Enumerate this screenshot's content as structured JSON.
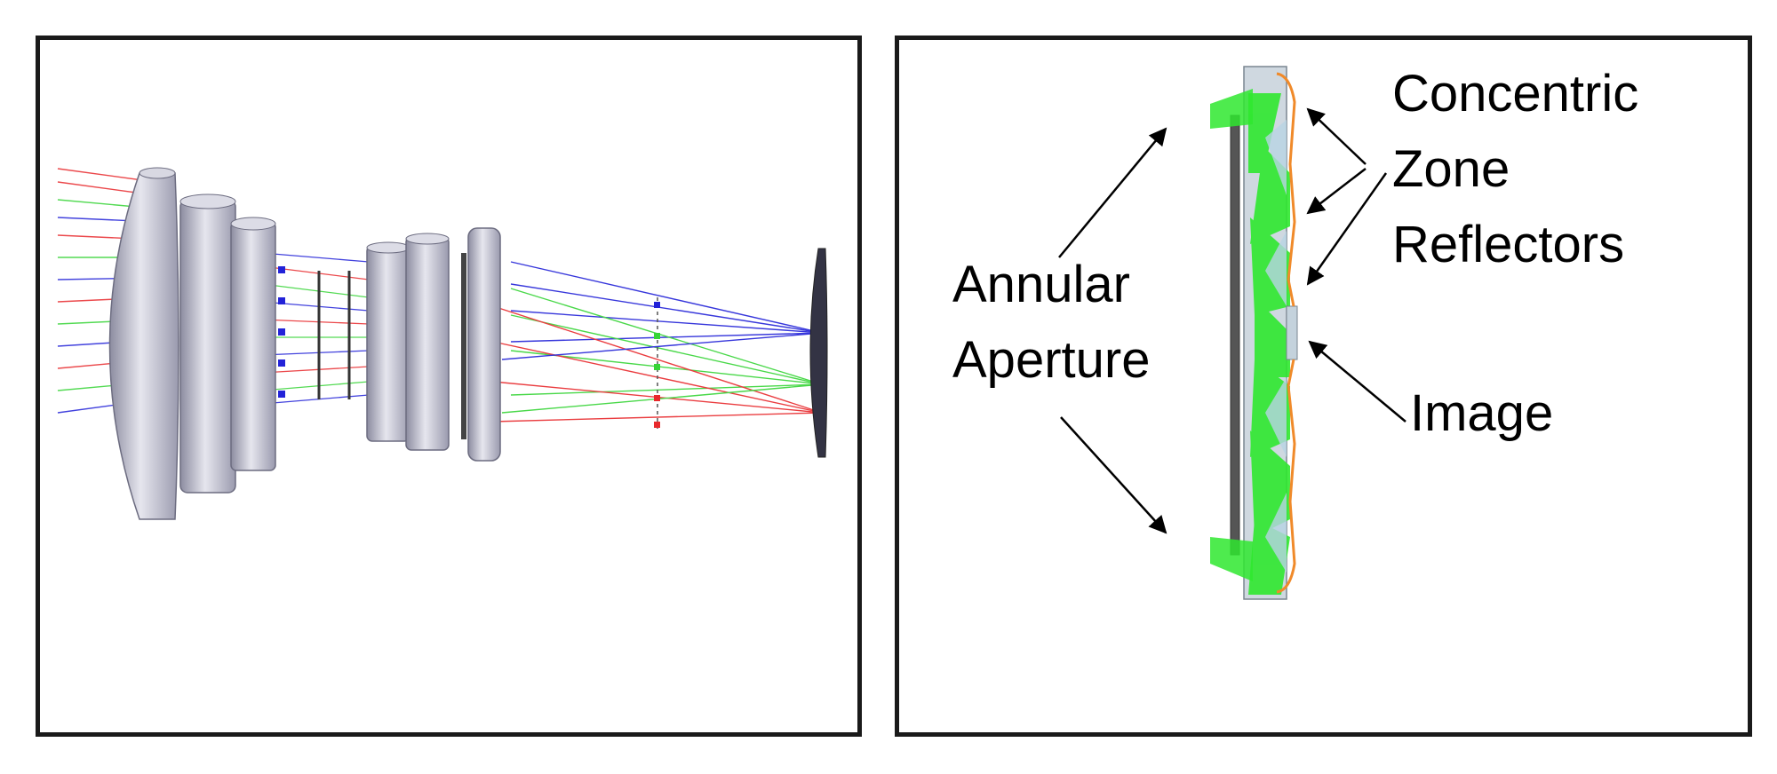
{
  "labels": {
    "concentric_zone_reflectors": [
      "Concentric",
      "Zone",
      "Reflectors"
    ],
    "annular_aperture": [
      "Annular",
      "Aperture"
    ],
    "image": "Image"
  },
  "colors": {
    "frame": "#1a1a1a",
    "lens_body": "#c4c4d2",
    "ray_red": "#e8292c",
    "ray_green": "#36d436",
    "ray_blue": "#2222d8",
    "zone_green": "#2fe82f",
    "reflector_orange": "#f08a2a",
    "aperture_dark": "#555555"
  }
}
